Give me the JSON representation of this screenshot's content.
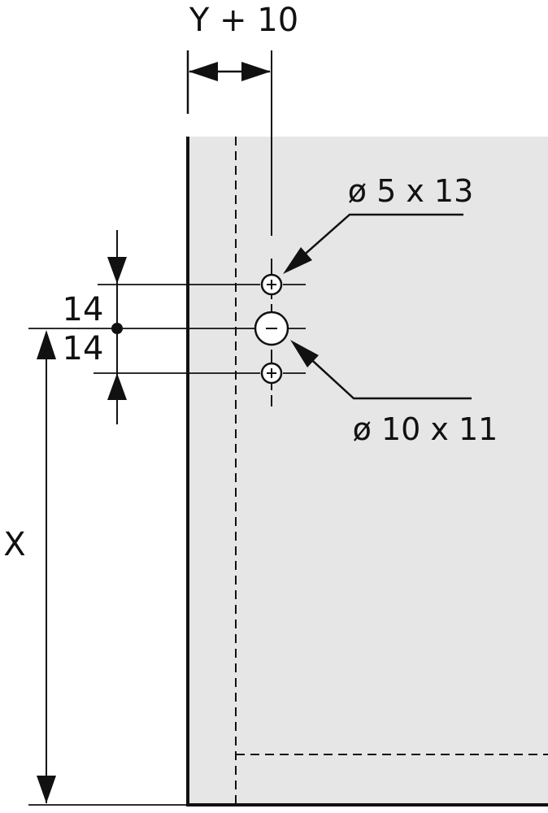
{
  "labels": {
    "width_offset": "Y + 10",
    "small_hole": "ø 5 x 13",
    "large_hole": "ø 10 x 11",
    "spacing_upper": "14",
    "spacing_lower": "14",
    "height": "X"
  },
  "colors": {
    "panel_fill": "#e6e6e6",
    "line": "#111111",
    "background": "#ffffff"
  },
  "icons": {
    "small_hole": "plus-circle",
    "large_hole": "minus-circle"
  }
}
